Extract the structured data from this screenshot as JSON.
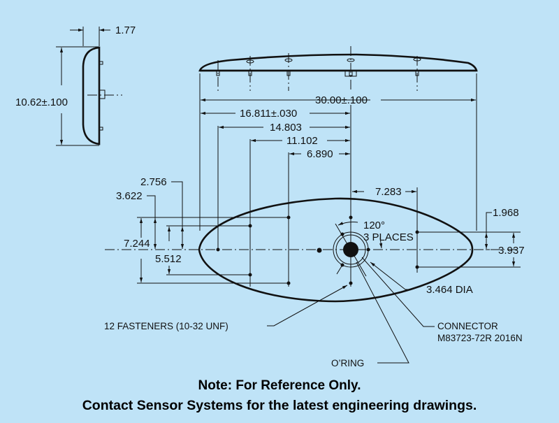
{
  "diagram": {
    "side_view": {
      "width_dim": "1.77",
      "height_dim": "10.62±.100"
    },
    "top_view": {
      "length_dim": "30.00±.100",
      "dims": [
        "16.811±.030",
        "14.803",
        "11.102",
        "6.890"
      ]
    },
    "plan_view": {
      "left_dims": {
        "d2756": "2.756",
        "d3622": "3.622",
        "d7244": "7.244",
        "d5512": "5.512"
      },
      "right_dims": {
        "d7283": "7.283",
        "d1968": "1.968",
        "d3937": "3.937"
      },
      "angle_label": "120°",
      "angle_sub": "3 PLACES",
      "dia_label": "3.464 DIA"
    },
    "callouts": {
      "fasteners": "12 FASTENERS (10-32 UNF)",
      "connector_line1": "CONNECTOR",
      "connector_line2": "M83723-72R 2016N",
      "oring": "O’RING"
    },
    "notes": {
      "line1": "Note: For Reference Only.",
      "line2": "Contact Sensor Systems for the latest engineering drawings."
    },
    "colors": {
      "background": "#bfe3f7",
      "ink": "#111111"
    }
  }
}
